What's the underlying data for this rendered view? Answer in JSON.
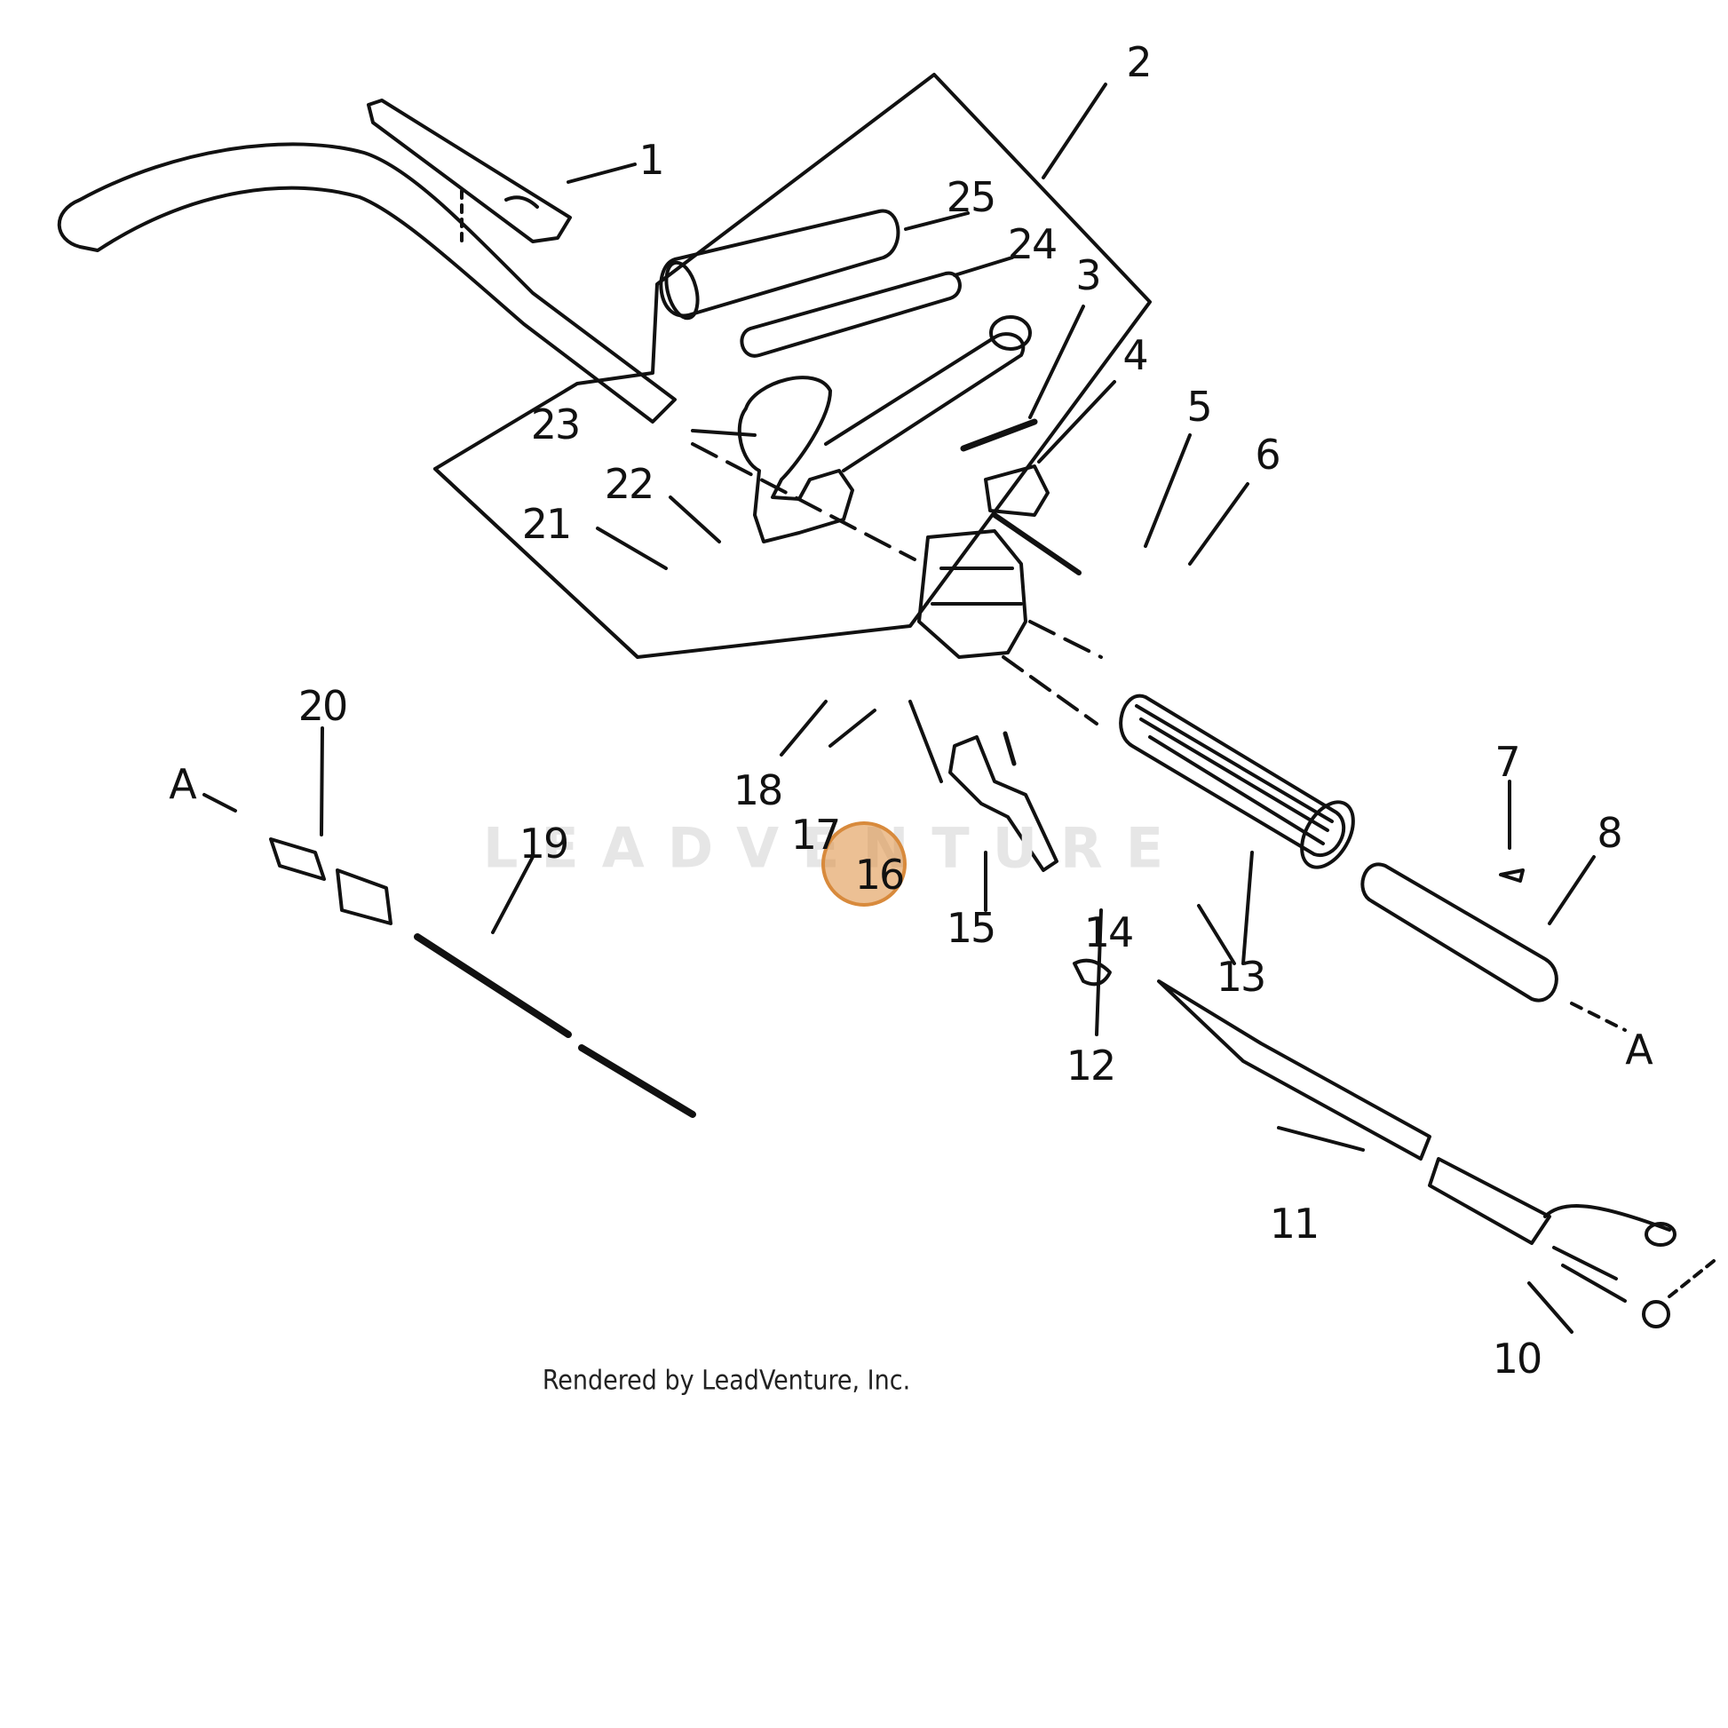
{
  "diagram": {
    "watermark": "LEADVENTURE",
    "footer": "Rendered by LeadVenture, Inc.",
    "highlight_color": "#d88a3c",
    "selected_callout": "16",
    "callouts": [
      "1",
      "2",
      "3",
      "4",
      "5",
      "6",
      "7",
      "8",
      "10",
      "11",
      "12",
      "13",
      "14",
      "15",
      "16",
      "17",
      "18",
      "19",
      "20",
      "21",
      "22",
      "23",
      "24",
      "25"
    ],
    "section_marks": [
      "A",
      "A"
    ]
  }
}
